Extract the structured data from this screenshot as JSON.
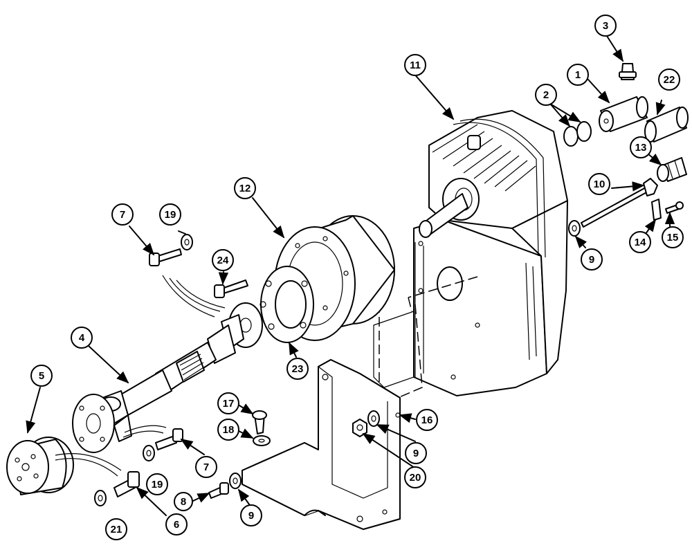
{
  "callouts": [
    "1",
    "2",
    "3",
    "4",
    "5",
    "6",
    "7",
    "7",
    "8",
    "9",
    "9",
    "9",
    "10",
    "11",
    "12",
    "13",
    "14",
    "15",
    "16",
    "17",
    "18",
    "19",
    "19",
    "20",
    "21",
    "22",
    "23",
    "24"
  ]
}
